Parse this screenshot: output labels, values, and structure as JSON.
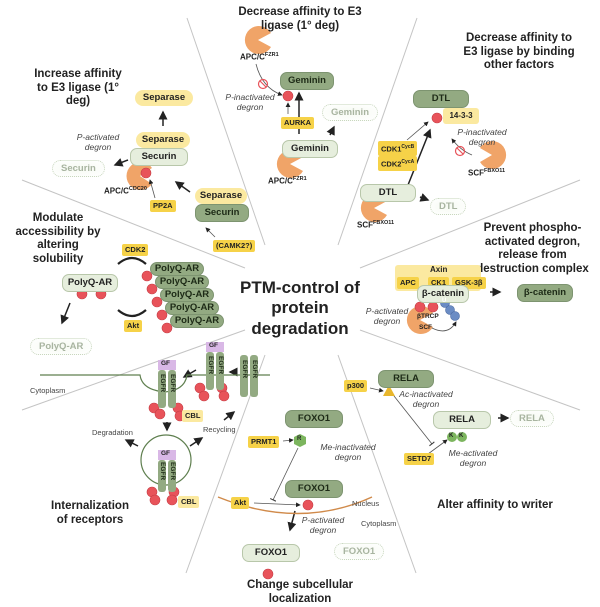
{
  "center_title": "PTM-control of protein degradation",
  "colors": {
    "e3_ligase": "#f0a468",
    "phospho": "#e8535a",
    "kinase": "#f6d248",
    "protein_dark": "#93aa82",
    "protein_light": "#e6eedd",
    "separase": "#fbe9a0",
    "divider": "#bbbbbb",
    "nucleus_membrane": "#d08a4a"
  },
  "sections": {
    "increase_affinity": {
      "title": "Increase affinity to E3 ligase (1° deg)",
      "separase": "Separase",
      "securin": "Securin",
      "degron": "P-activated degron",
      "e3": "APC/C",
      "e3_sup": "CDC20",
      "phosphatase": "PP2A",
      "kinase": "(CAMK2?)"
    },
    "decrease_affinity": {
      "title": "Decrease affinity to E3 ligase (1° deg)",
      "e3": "APC/C",
      "e3_sup": "FZR1",
      "protein": "Geminin",
      "degron": "P-inactivated degron",
      "kinase": "AURKA"
    },
    "binding_factors": {
      "title": "Decrease affinity to E3 ligase by binding other factors",
      "protein": "DTL",
      "binder": "14-3-3",
      "kinase1": "CDK1",
      "kinase1_sup": "CycB",
      "kinase2": "CDK2",
      "kinase2_sup": "CycA",
      "degron": "P-inactivated degron",
      "e3": "SCF",
      "e3_sup": "FBXO11"
    },
    "solubility": {
      "title": "Modulate accessibility by altering solubility",
      "protein": "PolyQ-AR",
      "kinase1": "CDK2",
      "kinase2": "Akt"
    },
    "destruction_complex": {
      "title": "Prevent phospho-activated degron, release from destruction complex",
      "scaffold": "Axin",
      "components": [
        "APC",
        "CK1",
        "GSK-3β"
      ],
      "protein": "β-catenin",
      "degron": "P-activated degron",
      "e3_top": "βTRCP",
      "e3_bottom": "SCF",
      "ubiquitin": "U"
    },
    "internalization": {
      "title": "Internalization of receptors",
      "ligand": "GF",
      "receptor": "EGFR",
      "e3": "CBL",
      "cytoplasm": "Cytoplasm",
      "degradation": "Degradation",
      "recycling": "Recycling"
    },
    "localization": {
      "title": "Change subcellular localization",
      "protein": "FOXO1",
      "residue": "R",
      "methyltransferase": "PRMT1",
      "me_degron": "Me-inactivated degron",
      "kinase": "Akt",
      "p_degron": "P-activated degron",
      "nucleus": "Nucleus",
      "cytoplasm": "Cytoplasm"
    },
    "writer": {
      "title": "Alter affinity to writer",
      "protein": "RELA",
      "acetyltransferase": "p300",
      "ac_degron": "Ac-inactivated degron",
      "residue": "K",
      "methyltransferase": "SETD7",
      "me_degron": "Me-activated degron"
    }
  }
}
